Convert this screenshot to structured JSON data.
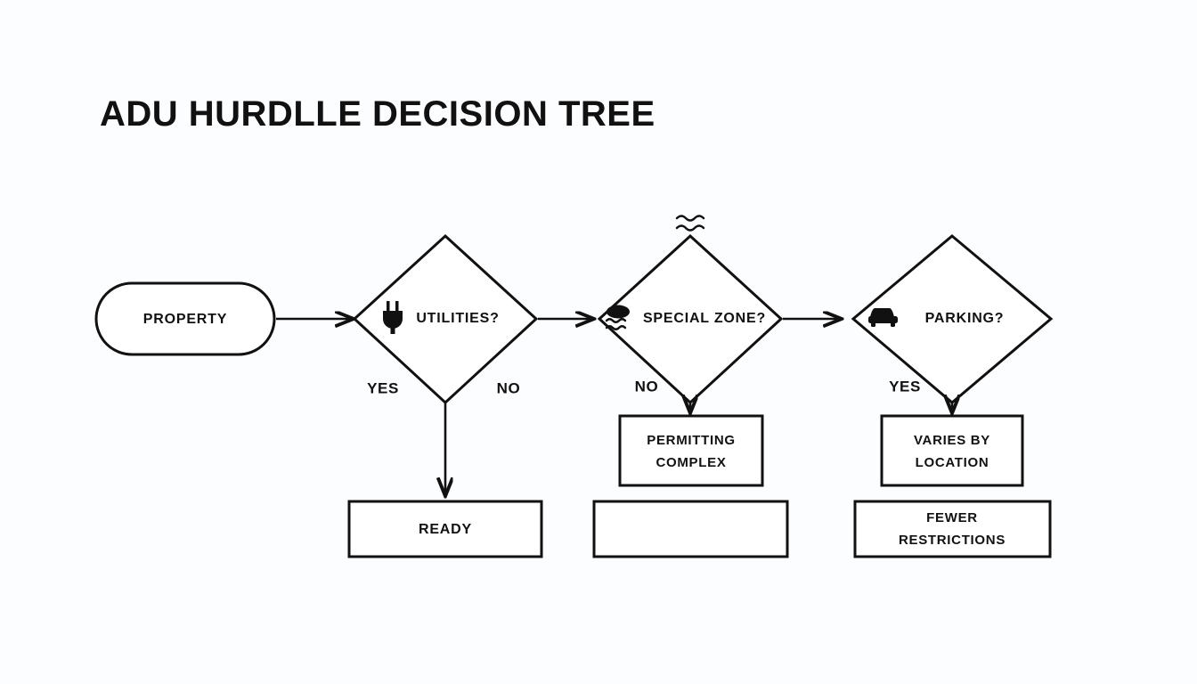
{
  "page": {
    "title": "ADU HURDLLE DECISION TREE",
    "background_color": "#fcfdff",
    "ink_color": "#111111"
  },
  "diagram": {
    "type": "flowchart",
    "orientation": "left-to-right with downward outcomes",
    "start_node": {
      "id": "property",
      "shape": "stadium",
      "label": "PROPERTY"
    },
    "decisions": [
      {
        "id": "utilities",
        "shape": "diamond",
        "label": "UTILITIES?",
        "icon": "power-plug-icon",
        "branch_left_label": "YES",
        "branch_right_label": "NO",
        "outcome": "READY"
      },
      {
        "id": "special-zone",
        "shape": "diamond",
        "label": "SPECIAL ZONE?",
        "icon": "flood-water-icon",
        "decoration_icon": "water-waves-icon",
        "branch_left_label": "NO",
        "branch_right_label": "",
        "outcome": "PERMITTING COMPLEX"
      },
      {
        "id": "parking",
        "shape": "diamond",
        "label": "PARKING?",
        "icon": "car-icon",
        "branch_left_label": "YES",
        "branch_right_label": "",
        "outcome": "VARIES BY LOCATION"
      }
    ],
    "outcome_boxes": [
      {
        "id": "ready",
        "shape": "rect",
        "line1": "READY",
        "line2": ""
      },
      {
        "id": "permitting-complex",
        "shape": "rect",
        "line1": "PERMITTING",
        "line2": "COMPLEX"
      },
      {
        "id": "varies-by-location",
        "shape": "rect",
        "line1": "VARIES BY",
        "line2": "LOCATION"
      },
      {
        "id": "empty-box",
        "shape": "rect",
        "line1": "",
        "line2": ""
      },
      {
        "id": "fewer-restrictions",
        "shape": "rect",
        "line1": "FEWER",
        "line2": "RESTRICTIONS"
      }
    ],
    "edge_labels": {
      "utilities_yes": "YES",
      "utilities_no": "NO",
      "special_zone_no": "NO",
      "parking_yes": "YES"
    }
  }
}
